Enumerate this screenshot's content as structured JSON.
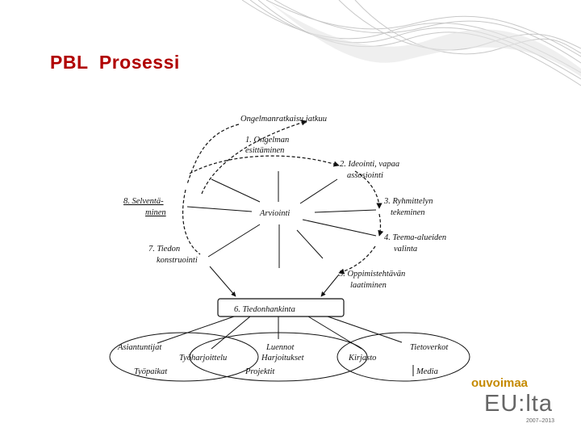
{
  "slide": {
    "title": "PBL  Prosessi"
  },
  "diagram": {
    "top_label": "Ongelmanratkaisu jatkuu",
    "center": "Arviointi",
    "steps": [
      {
        "id": 1,
        "line1": "1. Ongelman",
        "line2": "esittäminen"
      },
      {
        "id": 2,
        "line1": "2. Ideointi, vapaa",
        "line2": "assosiointi"
      },
      {
        "id": 3,
        "line1": "3. Ryhmittelyn",
        "line2": "tekeminen"
      },
      {
        "id": 4,
        "line1": "4. Teema-alueiden",
        "line2": "valinta"
      },
      {
        "id": 5,
        "line1": "5. Oppimistehtävän",
        "line2": "laatiminen"
      },
      {
        "id": 6,
        "line1": "6. Tiedonhankinta"
      },
      {
        "id": 7,
        "line1": "7. Tiedon",
        "line2": "konstruointi"
      },
      {
        "id": 8,
        "line1": "8. Selventä-",
        "line2": "minen"
      }
    ],
    "sources": {
      "left": [
        "Asiantuntijat",
        "Työharjoittelu",
        "Työpaikat"
      ],
      "middle": [
        "Luennot",
        "Harjoitukset",
        "Projektit"
      ],
      "right": [
        "Kirjasto",
        "Tietoverkot",
        "Media"
      ]
    }
  },
  "logo": {
    "top": "ouvoimaa",
    "main": "EU:lta",
    "years": "2007–2013"
  },
  "colors": {
    "title": "#b00000",
    "logo_accent": "#c58a00",
    "logo_text": "#666666"
  }
}
